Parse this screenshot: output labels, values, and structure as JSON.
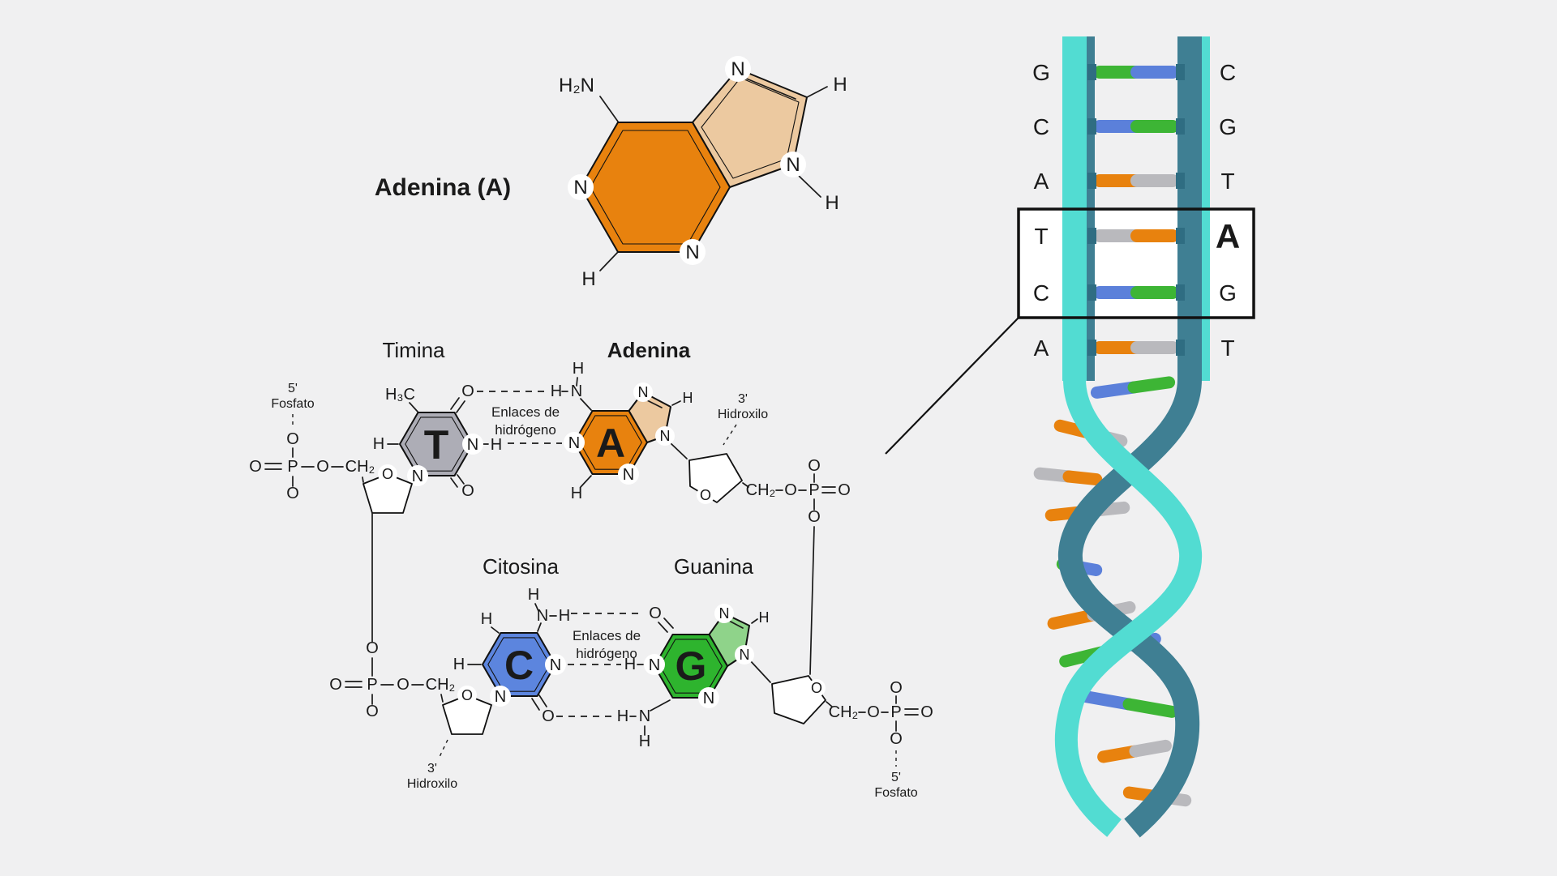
{
  "palette": {
    "background": "#f0f0f1",
    "ink": "#1a1a1a",
    "white": "#ffffff",
    "orange": "#e8820e",
    "tan": "#ecc9a0",
    "gray_base": "#adadb6",
    "blue": "#5c85de",
    "green": "#2eb42e",
    "light_green": "#8fd38a",
    "strand_teal": "#3f7f93",
    "strand_cyan": "#52dcd2",
    "joint_teal": "#2f6d82",
    "rung_colors": {
      "green": "#3db535",
      "blue": "#5b80da",
      "orange": "#e8820e",
      "gray": "#b9b9bd"
    }
  },
  "top_structure": {
    "title": "Adenina (A)"
  },
  "bases": {
    "timina": {
      "name": "Timina",
      "letter": "T"
    },
    "adenina": {
      "name": "Adenina",
      "letter": "A"
    },
    "citosina": {
      "name": "Citosina",
      "letter": "C"
    },
    "guanina": {
      "name": "Guanina",
      "letter": "G"
    }
  },
  "glyphs": {
    "O": "O",
    "P": "P",
    "N": "N",
    "H": "H",
    "CH2": "CH₂",
    "H2N": "H₂N",
    "H3C": "H₃C"
  },
  "hbond_label": {
    "line1": "Enlaces de",
    "line2": "hidrógeno"
  },
  "backbone": {
    "five_prime": "5'",
    "three_prime": "3'",
    "fosfato": "Fosfato",
    "hidroxilo": "Hidroxilo"
  },
  "helix": {
    "rows": [
      {
        "left": "G",
        "right": "C",
        "left_color": "green",
        "right_color": "blue"
      },
      {
        "left": "C",
        "right": "G",
        "left_color": "blue",
        "right_color": "green"
      },
      {
        "left": "A",
        "right": "T",
        "left_color": "orange",
        "right_color": "gray"
      },
      {
        "left": "T",
        "right": "A",
        "left_color": "gray",
        "right_color": "orange",
        "highlighted": true,
        "emphasized": true
      },
      {
        "left": "C",
        "right": "G",
        "left_color": "blue",
        "right_color": "green",
        "highlighted": true
      },
      {
        "left": "A",
        "right": "T",
        "left_color": "orange",
        "right_color": "gray"
      }
    ],
    "twist_rungs": [
      {
        "left_color": "blue",
        "right_color": "green"
      },
      {
        "left_color": "orange",
        "right_color": "gray"
      },
      {
        "left_color": "gray",
        "right_color": "orange"
      },
      {
        "left_color": "orange",
        "right_color": "gray"
      },
      {
        "left_color": "green",
        "right_color": "blue"
      },
      {
        "left_color": "orange",
        "right_color": "gray"
      },
      {
        "left_color": "green",
        "right_color": "blue"
      },
      {
        "left_color": "blue",
        "right_color": "green"
      },
      {
        "left_color": "orange",
        "right_color": "gray"
      },
      {
        "left_color": "orange",
        "right_color": "gray"
      }
    ]
  }
}
